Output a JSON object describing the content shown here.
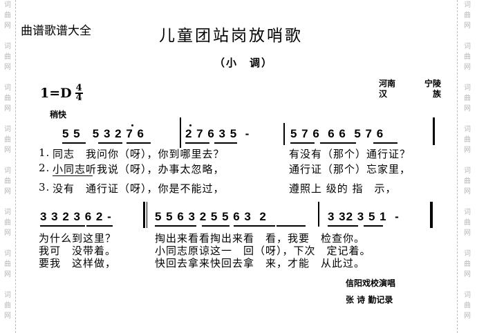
{
  "watermark": {
    "glyphs": [
      "词",
      "曲",
      "网"
    ],
    "repeat": 8
  },
  "header": {
    "site_name": "曲谱歌谱大全",
    "title": "儿童团站岗放哨歌",
    "subtitle": "（小　调）",
    "origin_line1_left": "河南",
    "origin_line1_right": "宁陵",
    "origin_line2_left": "汉",
    "origin_line2_right": "族"
  },
  "key_signature": {
    "key": "1=D",
    "time_top": "4",
    "time_bottom": "4"
  },
  "tempo": "稍快",
  "staff": {
    "line1": {
      "m1": "5 5   5 3 2 7 6",
      "m2": "2 7 6 3 5  -",
      "m3": "5 7 6  6 6  5 7 6"
    },
    "line2": {
      "m1": "3 3 2 3 6 2 -",
      "m2": "5 5 6 3 2 5 5 6 3  2",
      "m3": "3 32 3 5 1  -"
    }
  },
  "lyrics": {
    "line1": [
      {
        "num": "1.",
        "a": "同志　我问你（呀），你到哪里去？",
        "b": "有没有（那个）通行证？"
      },
      {
        "num": "2.",
        "a": "小同志听我说（呀），办事太忽略，",
        "b": "通行证（那个）忘家里，"
      },
      {
        "num": "3.",
        "a": "没有　通行证（呀），你是不能过，",
        "b": "遵照上 级的 指　示，"
      }
    ],
    "line2": [
      {
        "a": "为什么到这里？",
        "b": "掏出来看看掏出来看　看，我要　检查你。"
      },
      {
        "a": "我可　没带着。",
        "b": "小同志原谅这一　回（呀），下次　定记着。"
      },
      {
        "a": "要我　这样做，",
        "b": "快回去拿来快回去拿　来，才能　从此过。"
      }
    ]
  },
  "credits": {
    "performer": "信阳戏校演唱",
    "recorder": "张 诗 勤记录"
  }
}
